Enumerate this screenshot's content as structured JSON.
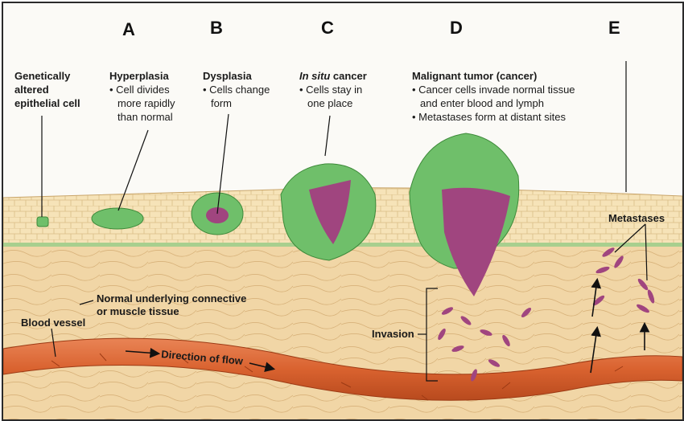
{
  "stages": [
    "A",
    "B",
    "C",
    "D",
    "E"
  ],
  "labels": {
    "genetic": [
      "Genetically",
      "altered",
      "epithelial cell"
    ],
    "hyperplasia": {
      "title": "Hyperplasia",
      "lines": [
        "• Cell divides",
        "more rapidly",
        "than normal"
      ]
    },
    "dysplasia": {
      "title": "Dysplasia",
      "lines": [
        "• Cells change",
        "form"
      ]
    },
    "insitu": {
      "title_italic": "In situ",
      "title_rest": " cancer",
      "lines": [
        "• Cells stay in",
        "one place"
      ]
    },
    "malignant": {
      "title": "Malignant tumor (cancer)",
      "lines": [
        "• Cancer cells invade normal tissue",
        "and enter blood and lymph",
        "• Metastases form at distant sites"
      ]
    },
    "metastases": "Metastases",
    "connective": [
      "Normal underlying connective",
      "or muscle tissue"
    ],
    "blood_vessel": "Blood vessel",
    "direction": "Direction of flow",
    "invasion": "Invasion"
  },
  "colors": {
    "epithelium": "#f6e3b8",
    "connective": "#f1d6a6",
    "vessel": "#d9622f",
    "green_cells": "#6fbf6a",
    "cancer_cells": "#a0457f"
  }
}
